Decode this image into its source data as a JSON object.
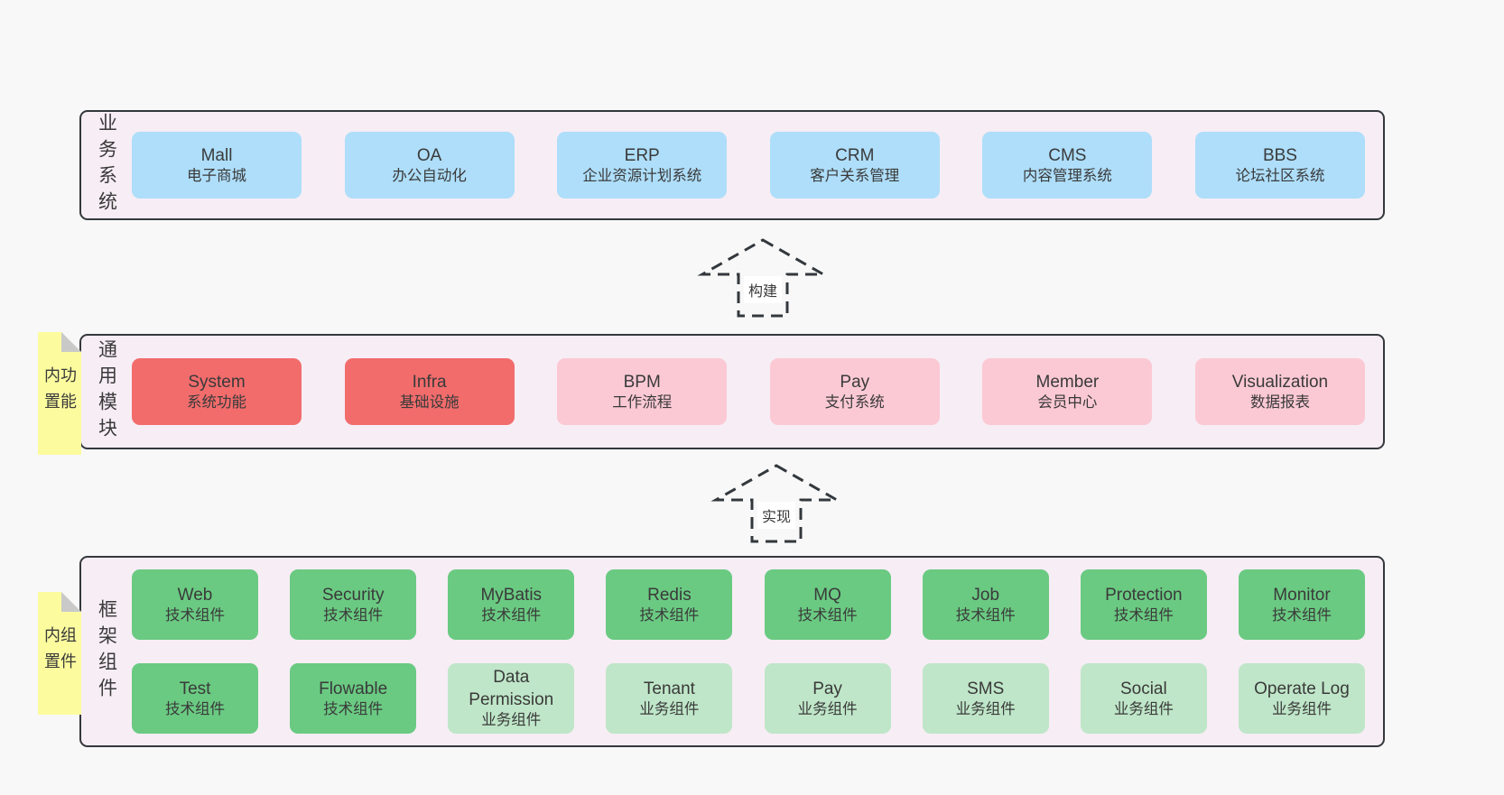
{
  "layers": {
    "business": {
      "side_label": "业务系统",
      "rows": [
        [
          {
            "title": "Mall",
            "subtitle": "电子商城",
            "variant": "blue"
          },
          {
            "title": "OA",
            "subtitle": "办公自动化",
            "variant": "blue"
          },
          {
            "title": "ERP",
            "subtitle": "企业资源计划系统",
            "variant": "blue"
          },
          {
            "title": "CRM",
            "subtitle": "客户关系管理",
            "variant": "blue"
          },
          {
            "title": "CMS",
            "subtitle": "内容管理系统",
            "variant": "blue"
          },
          {
            "title": "BBS",
            "subtitle": "论坛社区系统",
            "variant": "blue"
          }
        ]
      ]
    },
    "modules": {
      "side_label": "通用模块",
      "tag": "内置功能",
      "rows": [
        [
          {
            "title": "System",
            "subtitle": "系统功能",
            "variant": "red"
          },
          {
            "title": "Infra",
            "subtitle": "基础设施",
            "variant": "red"
          },
          {
            "title": "BPM",
            "subtitle": "工作流程",
            "variant": "pink"
          },
          {
            "title": "Pay",
            "subtitle": "支付系统",
            "variant": "pink"
          },
          {
            "title": "Member",
            "subtitle": "会员中心",
            "variant": "pink"
          },
          {
            "title": "Visualization",
            "subtitle": "数据报表",
            "variant": "pink"
          }
        ]
      ]
    },
    "framework": {
      "side_label": "框架组件",
      "tag": "内置组件",
      "rows": [
        [
          {
            "title": "Web",
            "subtitle": "技术组件",
            "variant": "green"
          },
          {
            "title": "Security",
            "subtitle": "技术组件",
            "variant": "green"
          },
          {
            "title": "MyBatis",
            "subtitle": "技术组件",
            "variant": "green"
          },
          {
            "title": "Redis",
            "subtitle": "技术组件",
            "variant": "green"
          },
          {
            "title": "MQ",
            "subtitle": "技术组件",
            "variant": "green"
          },
          {
            "title": "Job",
            "subtitle": "技术组件",
            "variant": "green"
          },
          {
            "title": "Protection",
            "subtitle": "技术组件",
            "variant": "green"
          },
          {
            "title": "Monitor",
            "subtitle": "技术组件",
            "variant": "green"
          }
        ],
        [
          {
            "title": "Test",
            "subtitle": "技术组件",
            "variant": "green"
          },
          {
            "title": "Flowable",
            "subtitle": "技术组件",
            "variant": "green"
          },
          {
            "title": "Data Permission",
            "subtitle": "业务组件",
            "variant": "lightgreen"
          },
          {
            "title": "Tenant",
            "subtitle": "业务组件",
            "variant": "lightgreen"
          },
          {
            "title": "Pay",
            "subtitle": "业务组件",
            "variant": "lightgreen"
          },
          {
            "title": "SMS",
            "subtitle": "业务组件",
            "variant": "lightgreen"
          },
          {
            "title": "Social",
            "subtitle": "业务组件",
            "variant": "lightgreen"
          },
          {
            "title": "Operate Log",
            "subtitle": "业务组件",
            "variant": "lightgreen"
          }
        ]
      ]
    }
  },
  "arrows": [
    {
      "label": "构建"
    },
    {
      "label": "实现"
    }
  ],
  "colors": {
    "bg": "#f8f8f8",
    "container_bg": "#f7edf5",
    "border": "#33383d",
    "text": "#3a3a3a",
    "blue": "#aedefa",
    "red": "#f26c6c",
    "pink": "#fbc9d4",
    "green": "#6aca82",
    "lightgreen": "#bfe6c8",
    "tag": "#fcfc9f",
    "tagfold": "#c9c9c9",
    "labelbg": "#ffffff"
  }
}
